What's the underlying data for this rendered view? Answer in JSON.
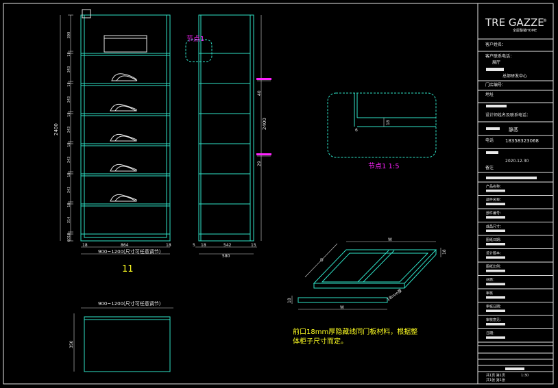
{
  "colors": {
    "background": "#000000",
    "frame": "#e6e6e6",
    "outline": "#2fe3c8",
    "note": "#ffff22",
    "detail": "#ff22ff"
  },
  "front": {
    "width_note": "900~1200(尺寸可任意调节)",
    "bottom_dims": [
      "18",
      "864",
      "18"
    ],
    "overall_height": "2400",
    "row_dims": [
      "390",
      "18",
      "343",
      "18",
      "343",
      "18",
      "343",
      "18",
      "343",
      "18",
      "343",
      "18",
      "314",
      "18",
      "60"
    ],
    "label": "11"
  },
  "side": {
    "bottom_dims": [
      "5",
      "18",
      "542",
      "15"
    ],
    "overall_width": "580",
    "overall_height": "2400",
    "dim_a": "40",
    "dim_b": "29"
  },
  "node_marker": "节点1",
  "detail": {
    "title": "节点1 1:5",
    "dim_18": "18",
    "dim_6": "6"
  },
  "plan": {
    "width_note": "900~1200(尺寸可任意调节)",
    "height": "350"
  },
  "iso": {
    "dim_top": "W",
    "dim_left": "D",
    "dim_right": "18",
    "dim_bottom": "W",
    "dim_side": "18",
    "thick_note": "18mm厚"
  },
  "note_lines": [
    "前口18mm厚隐藏线同门板材料，根据整",
    "体柜子尺寸而定。"
  ],
  "title_block": {
    "logo": "TRE GAZZE",
    "logo_mark": "®",
    "logo_sub": "全屋整装HOME",
    "r1": "客户姓名：",
    "r2": "客户联系电话：",
    "r3": "展厅",
    "r4": "总部研发中心",
    "r5": "门店编号：",
    "r6": "地址",
    "r7": "设计师姓名及联系电话：",
    "designer": "静蒸",
    "designer_phone_label": "电话",
    "designer_phone": "18358323068",
    "date": "2020.12.30",
    "remark_label": "备注",
    "rows": [
      "产品名称：",
      "部件名称：",
      "部件编号：",
      "成品尺寸：",
      "图纸日期：",
      "设计版本：",
      "图纸比例：",
      "材质：",
      "审核",
      "审核日期：",
      "审核意见：",
      "日期："
    ],
    "footer_label": "共1页 第1页",
    "footer_scale": "1:30",
    "footer_no": "共1张 第1张"
  }
}
